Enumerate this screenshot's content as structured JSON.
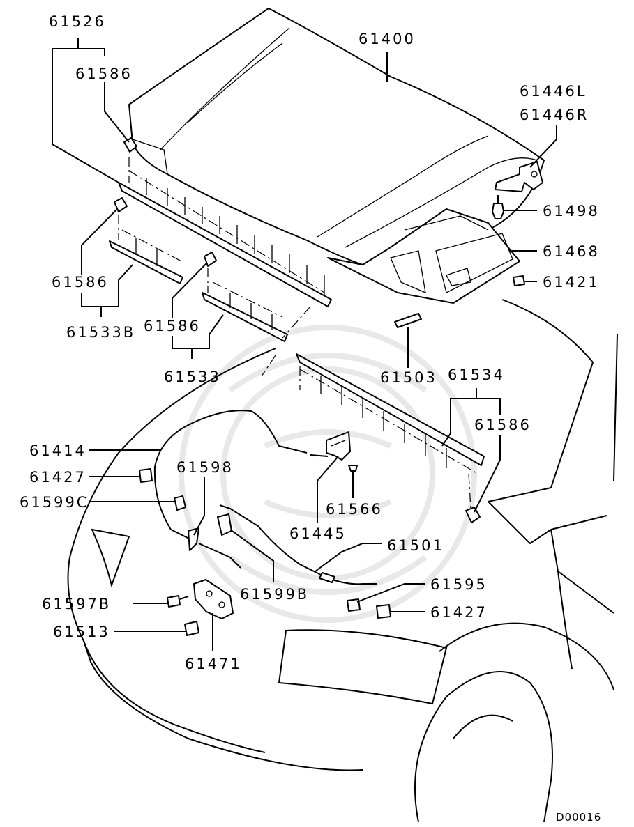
{
  "diagram": {
    "callouts": [
      {
        "id": "c-61526",
        "text": "61526"
      },
      {
        "id": "c-61586-a",
        "text": "61586"
      },
      {
        "id": "c-61400",
        "text": "61400"
      },
      {
        "id": "c-61446l",
        "text": "61446L"
      },
      {
        "id": "c-61446r",
        "text": "61446R"
      },
      {
        "id": "c-61498",
        "text": "61498"
      },
      {
        "id": "c-61468",
        "text": "61468"
      },
      {
        "id": "c-61421",
        "text": "61421"
      },
      {
        "id": "c-61586-b",
        "text": "61586"
      },
      {
        "id": "c-61533b",
        "text": "61533B"
      },
      {
        "id": "c-61586-c",
        "text": "61586"
      },
      {
        "id": "c-61533",
        "text": "61533"
      },
      {
        "id": "c-61503",
        "text": "61503"
      },
      {
        "id": "c-61534",
        "text": "61534"
      },
      {
        "id": "c-61586-d",
        "text": "61586"
      },
      {
        "id": "c-61414",
        "text": "61414"
      },
      {
        "id": "c-61427-a",
        "text": "61427"
      },
      {
        "id": "c-61598",
        "text": "61598"
      },
      {
        "id": "c-61599c",
        "text": "61599C"
      },
      {
        "id": "c-61566",
        "text": "61566"
      },
      {
        "id": "c-61445",
        "text": "61445"
      },
      {
        "id": "c-61501",
        "text": "61501"
      },
      {
        "id": "c-61595",
        "text": "61595"
      },
      {
        "id": "c-61599b",
        "text": "61599B"
      },
      {
        "id": "c-61597b",
        "text": "61597B"
      },
      {
        "id": "c-61427-b",
        "text": "61427"
      },
      {
        "id": "c-61513",
        "text": "61513"
      },
      {
        "id": "c-61471",
        "text": "61471"
      }
    ],
    "diagram_code": "D00016"
  }
}
